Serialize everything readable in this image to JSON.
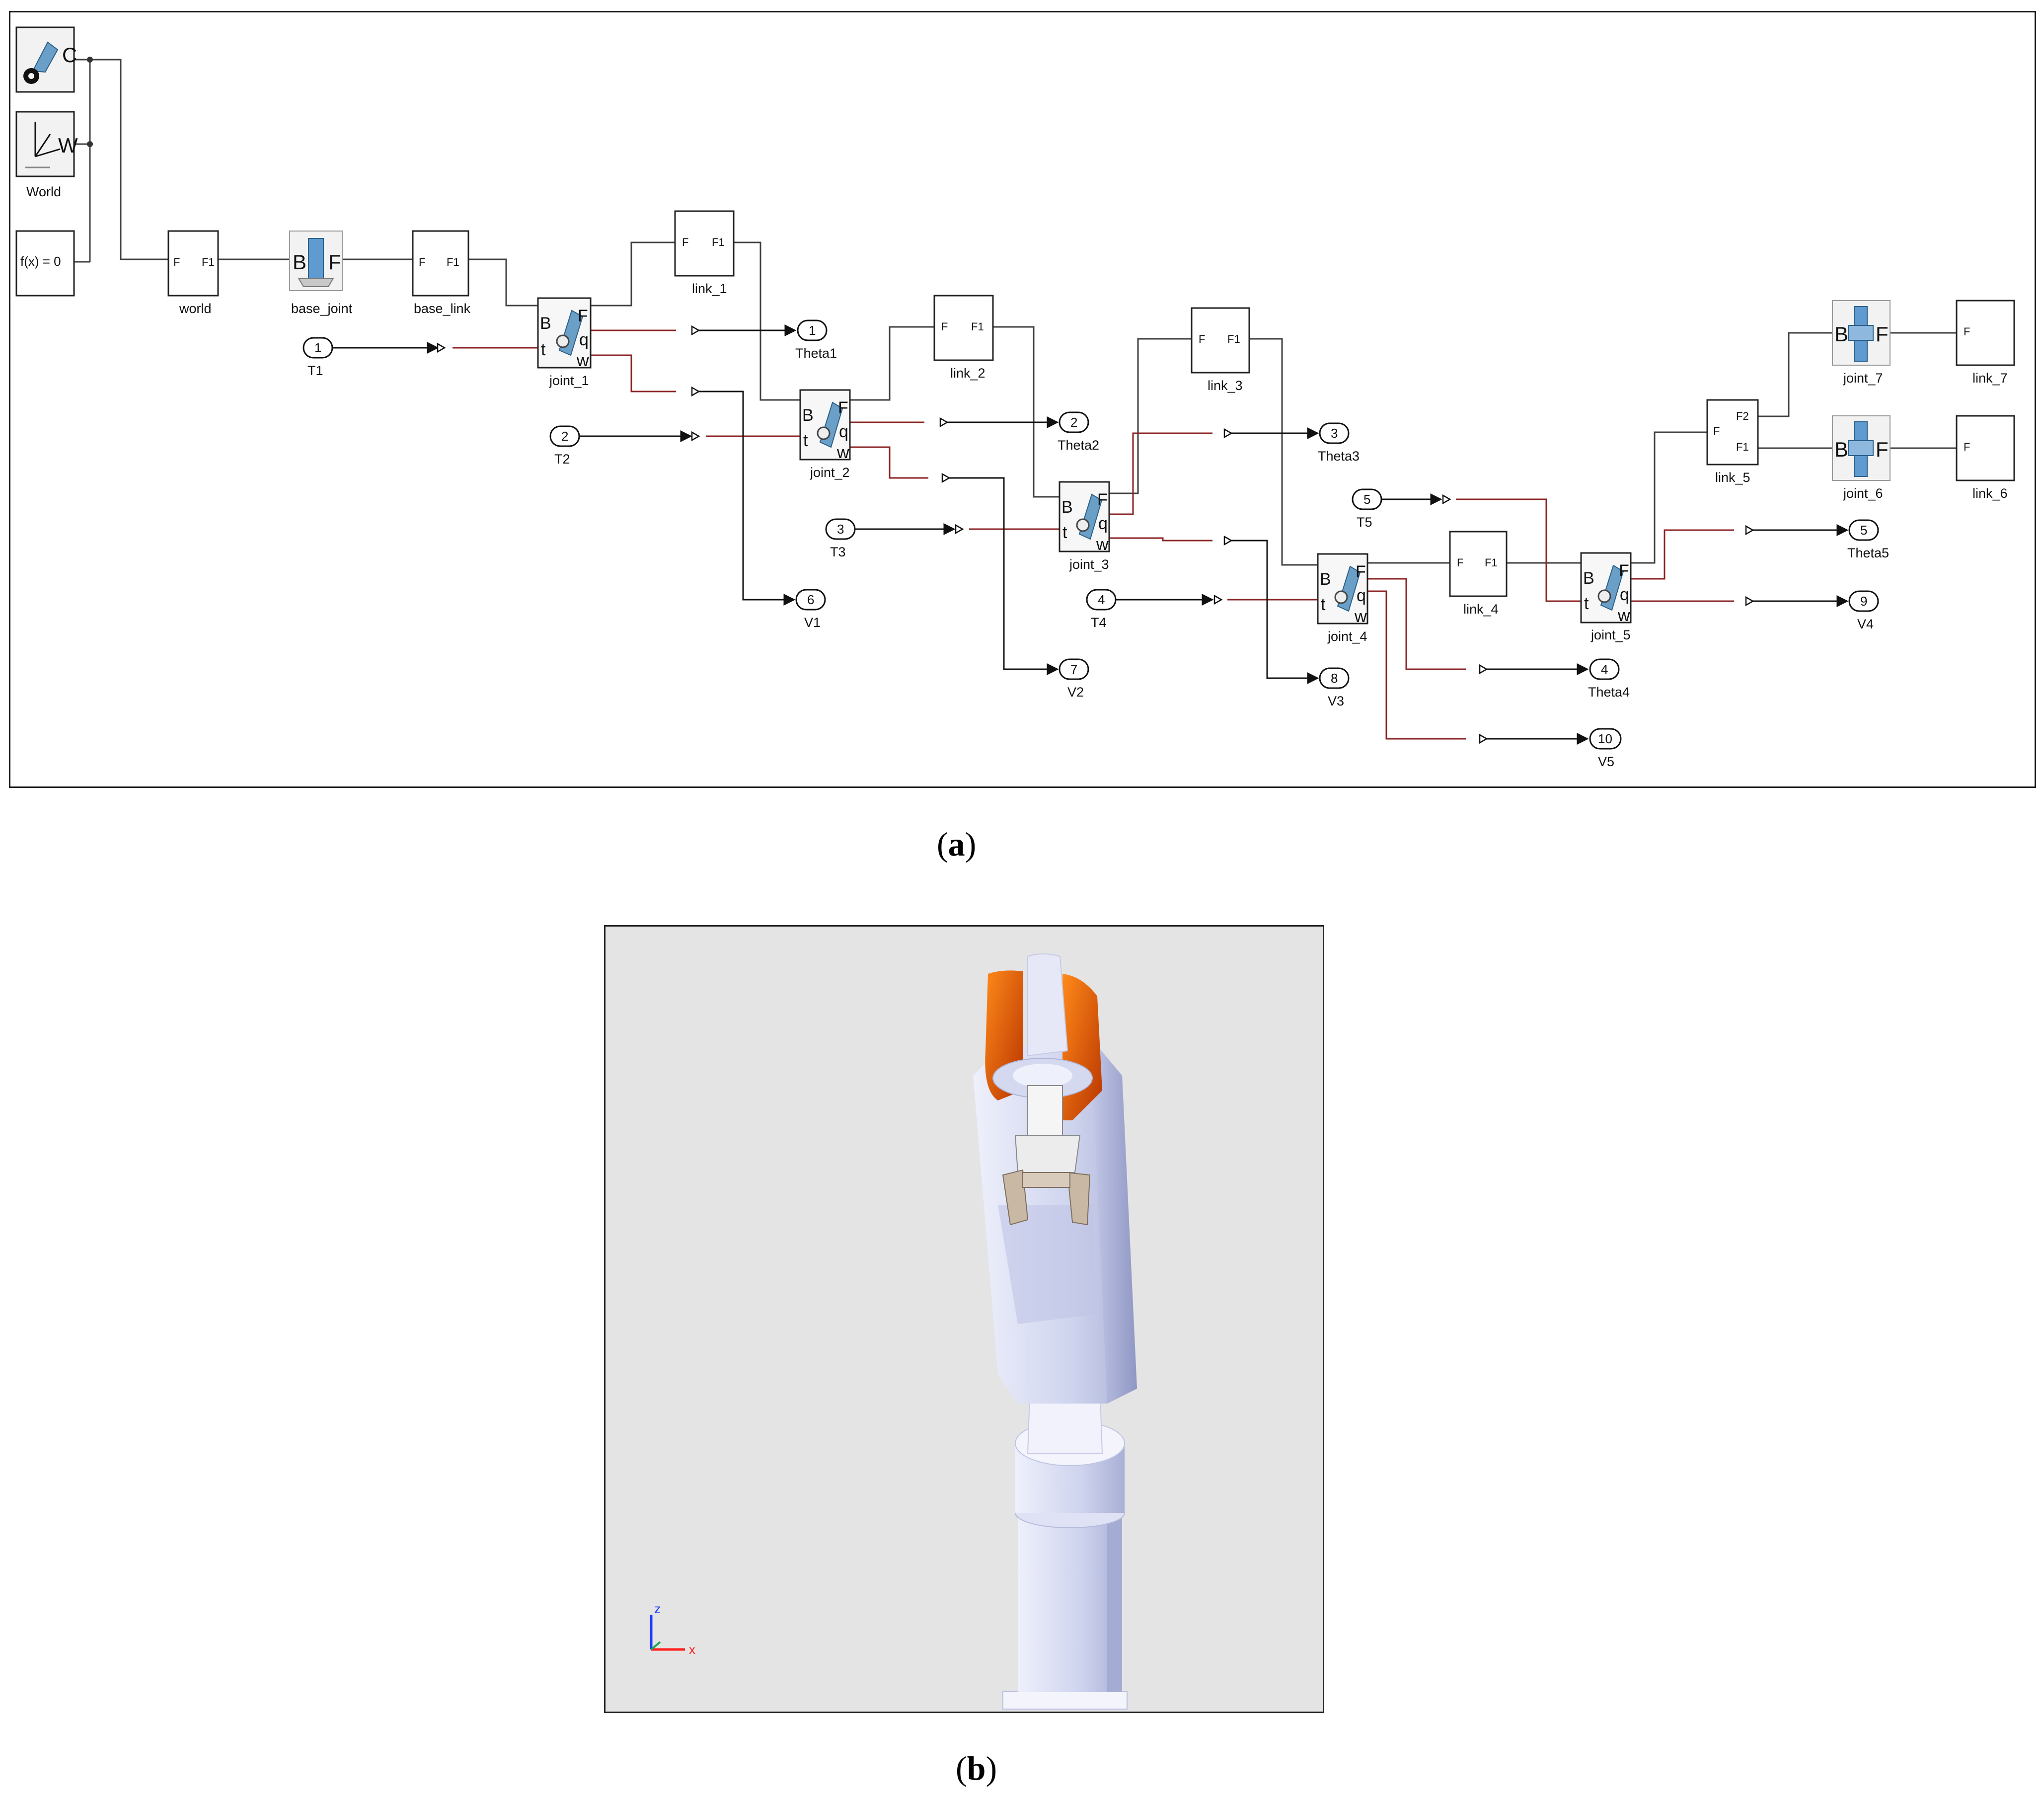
{
  "figure_a": {
    "caption_letter": "a",
    "blocks": {
      "solver_port": "C",
      "world_frame_port": "W",
      "world_frame_label": "World",
      "constraint_text": "f(x) = 0",
      "world_label": "world",
      "base_joint_label": "base_joint",
      "base_link_label": "base_link",
      "link_1": "link_1",
      "link_2": "link_2",
      "link_3": "link_3",
      "link_4": "link_4",
      "link_5": "link_5",
      "link_6": "link_6",
      "link_7": "link_7",
      "joint_1": "joint_1",
      "joint_2": "joint_2",
      "joint_3": "joint_3",
      "joint_4": "joint_4",
      "joint_5": "joint_5",
      "joint_6": "joint_6",
      "joint_7": "joint_7"
    },
    "port_letters": {
      "F": "F",
      "F1": "F1",
      "F2": "F2",
      "B": "B",
      "t": "t",
      "q": "q",
      "w": "w"
    },
    "inports": [
      {
        "num": "1",
        "label": "T1"
      },
      {
        "num": "2",
        "label": "T2"
      },
      {
        "num": "3",
        "label": "T3"
      },
      {
        "num": "4",
        "label": "T4"
      },
      {
        "num": "5",
        "label": "T5"
      }
    ],
    "outports": [
      {
        "num": "1",
        "label": "Theta1"
      },
      {
        "num": "2",
        "label": "Theta2"
      },
      {
        "num": "3",
        "label": "Theta3"
      },
      {
        "num": "4",
        "label": "Theta4"
      },
      {
        "num": "5",
        "label": "Theta5"
      },
      {
        "num": "6",
        "label": "V1"
      },
      {
        "num": "7",
        "label": "V2"
      },
      {
        "num": "8",
        "label": "V3"
      },
      {
        "num": "9",
        "label": "V4"
      },
      {
        "num": "10",
        "label": "V5"
      }
    ],
    "colors": {
      "physical_line": "#404040",
      "signal_line": "#8b2323",
      "block_border": "#222222"
    }
  },
  "figure_b": {
    "caption_letter": "b",
    "axis_labels": {
      "z": "z",
      "x": "x"
    },
    "colors": {
      "background": "#e4e4e4",
      "robot_body": "#d4d9f0",
      "motor": "#e8620a",
      "gripper": "#c9b8a4"
    }
  }
}
